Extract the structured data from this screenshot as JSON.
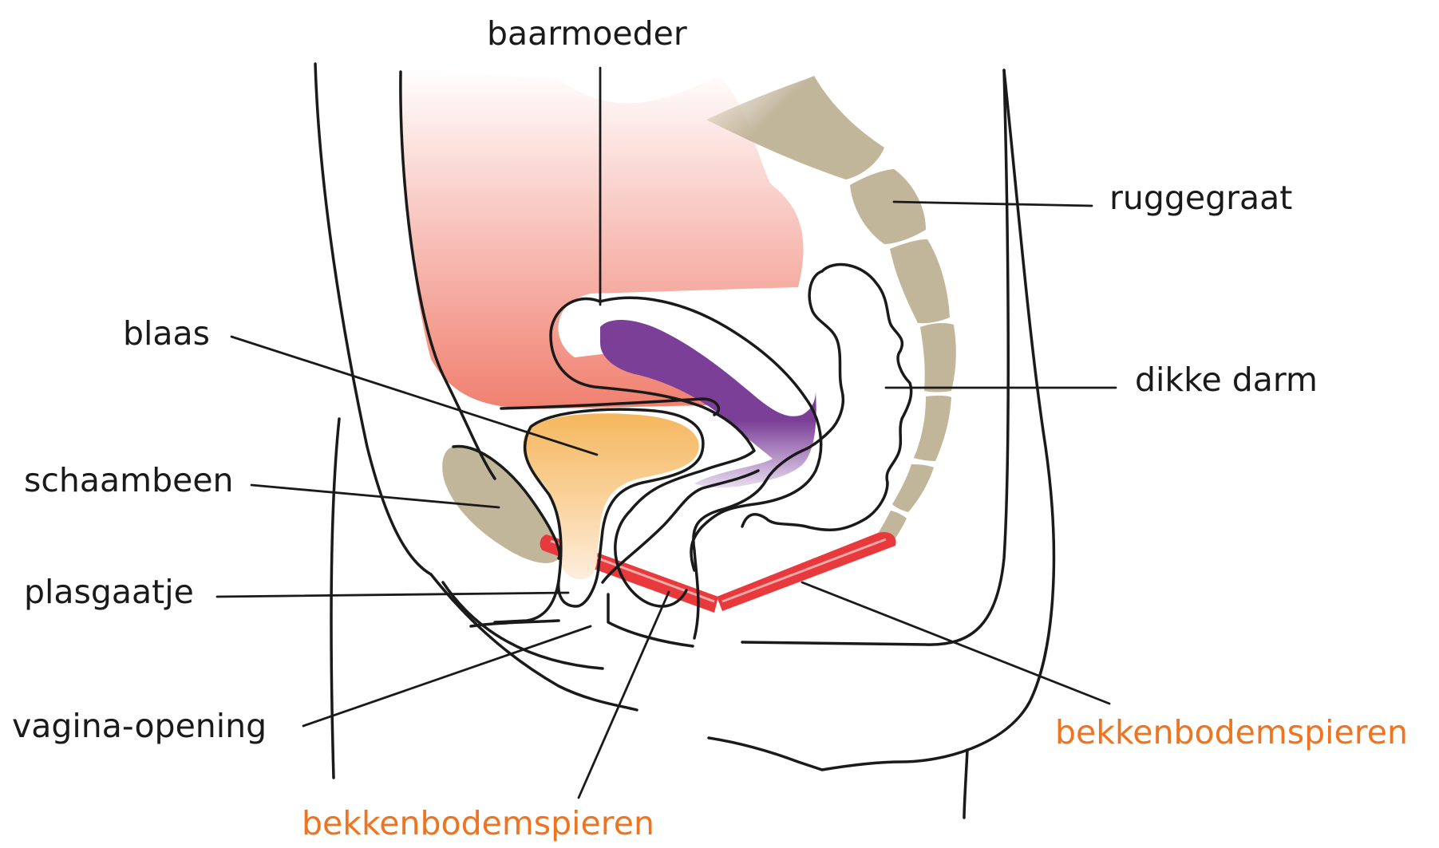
{
  "labels": {
    "uterus": "baarmoeder",
    "bladder": "blaas",
    "pubic_bone": "schaambeen",
    "urethral_opening": "plasgaatje",
    "vaginal_opening": "vagina-opening",
    "spine": "ruggegraat",
    "large_intestine": "dikke darm",
    "pelvic_floor_front": "bekkenbodemspieren",
    "pelvic_floor_back": "bekkenbodemspieren"
  },
  "colors": {
    "label_text": "#1a1a1a",
    "muscle_label": "#ee7421",
    "outline": "#1a1a1a",
    "abdomen_fill": "#f08070",
    "uterus_fill": "#7b3f98",
    "bladder_fill": "#f5b75e",
    "bone_fill": "#c1b59a",
    "muscle_fill": "#e83a3c"
  }
}
